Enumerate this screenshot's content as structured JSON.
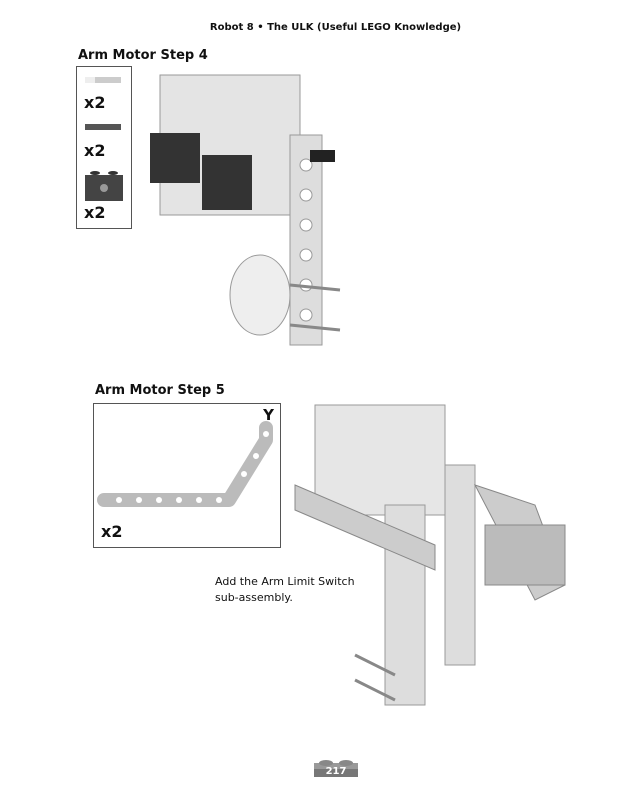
{
  "header": {
    "title": "Robot 8 • The ULK (Useful LEGO Knowledge)"
  },
  "step4": {
    "title": "Arm Motor Step 4",
    "parts": [
      {
        "qty": "x2"
      },
      {
        "qty": "x2"
      },
      {
        "qty": "x2"
      }
    ]
  },
  "step5": {
    "title": "Arm Motor Step 5",
    "part_label": "Y",
    "part_qty": "x2",
    "note_line1": "Add the Arm Limit Switch",
    "note_line2": "sub-assembly."
  },
  "footer": {
    "page_number": "217"
  }
}
